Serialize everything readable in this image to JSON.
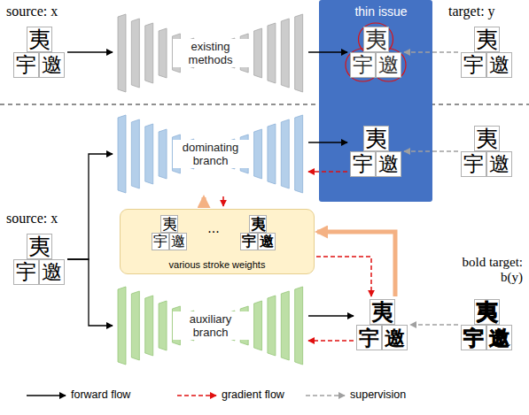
{
  "diagram": {
    "nodes": [
      {
        "text": [
          "source: x",
          "夷",
          "宇",
          "邀"
        ]
      },
      {
        "text": [
          "existing methods"
        ]
      },
      {
        "text": [
          "thin issue"
        ]
      },
      {
        "text": [
          "夷",
          "宇",
          "邀"
        ],
        "in": 2
      },
      {
        "text": [
          "target: y",
          "夷",
          "宇",
          "邀"
        ]
      },
      {
        "text": [
          "dominating branch"
        ]
      },
      {
        "text": [
          "夷",
          "宇",
          "邀"
        ],
        "in": 2
      },
      {
        "text": [
          "夷",
          "宇",
          "邀"
        ]
      },
      {
        "text": [
          "source: x",
          "夷",
          "宇",
          "邀"
        ]
      },
      {
        "text": [
          "...",
          "various stroke weights"
        ]
      },
      {
        "text": [
          "夷",
          "宇",
          "邀"
        ],
        "in": 9
      },
      {
        "text": [
          "夷",
          "宇",
          "邀"
        ],
        "in": 9
      },
      {
        "text": [
          "auxiliary branch"
        ]
      },
      {
        "text": [
          "夷",
          "宇",
          "邀"
        ]
      },
      {
        "text": [
          "bold target: b(y)",
          "夷",
          "宇",
          "邀"
        ]
      }
    ],
    "edges": [
      {
        "from": 0,
        "to": 1,
        "arrow": "to"
      },
      {
        "from": 1,
        "to": 3,
        "arrow": "to"
      },
      {
        "from": 4,
        "to": 3,
        "arrow": "to"
      },
      {
        "from": 8,
        "to": 5,
        "arrow": "to"
      },
      {
        "from": 8,
        "to": 12,
        "arrow": "to"
      },
      {
        "from": 5,
        "to": 6,
        "arrow": "to"
      },
      {
        "from": 7,
        "to": 6,
        "arrow": "to"
      },
      {
        "from": 6,
        "to": 5,
        "arrow": "to"
      },
      {
        "from": 9,
        "to": 5,
        "arrow": "to"
      },
      {
        "from": 5,
        "to": 9,
        "arrow": "to"
      },
      {
        "from": 13,
        "to": 9,
        "arrow": "to"
      },
      {
        "from": 9,
        "to": 13,
        "arrow": "to"
      },
      {
        "from": 12,
        "to": 13,
        "arrow": "to"
      },
      {
        "from": 13,
        "to": 12,
        "arrow": "to"
      },
      {
        "from": 14,
        "to": 13,
        "arrow": "to"
      }
    ],
    "legend": [
      {
        "text": "forward flow"
      },
      {
        "text": "gradient flow"
      },
      {
        "text": "supervision"
      }
    ]
  }
}
